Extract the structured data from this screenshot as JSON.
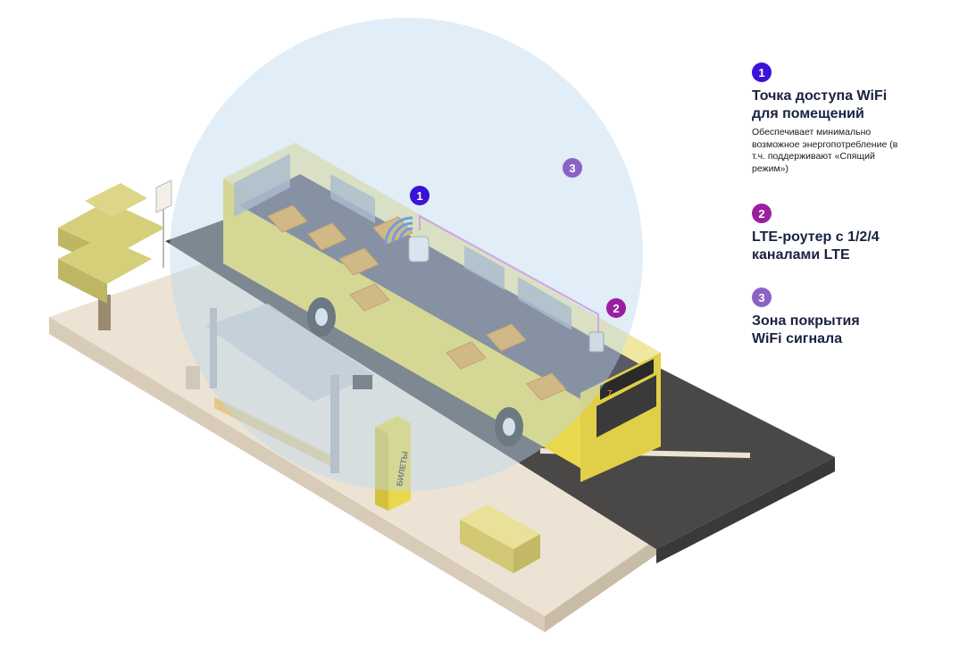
{
  "legend": [
    {
      "number": "1",
      "title": "Точка доступа WiFi для помещений",
      "description": "Обеспечивает минимально возможное энергопотребление (в т.ч. поддерживают «Спящий режим»)"
    },
    {
      "number": "2",
      "title": "LTE-роутер с 1/2/4 каналами LTE",
      "description": ""
    },
    {
      "number": "3",
      "title": "Зона покрытия WiFi сигнала",
      "description": ""
    }
  ],
  "callouts": {
    "wifi_ap": "1",
    "lte_router": "2",
    "coverage": "3"
  },
  "bus": {
    "route_number": "7"
  },
  "kiosk": {
    "label": "БИЛЕТЫ"
  },
  "colors": {
    "badge_1": "#3a12d8",
    "badge_2": "#9a1fa0",
    "badge_3": "#8c62c4",
    "bus_yellow": "#e9d84c",
    "seat_orange": "#e2a030",
    "road": "#4a4747",
    "pavement": "#ece3d4",
    "coverage": "#bcd8ee",
    "tree": "#d6cf7a",
    "wifi_arcs": "#2f6fd6",
    "cable": "#e07ae0"
  }
}
